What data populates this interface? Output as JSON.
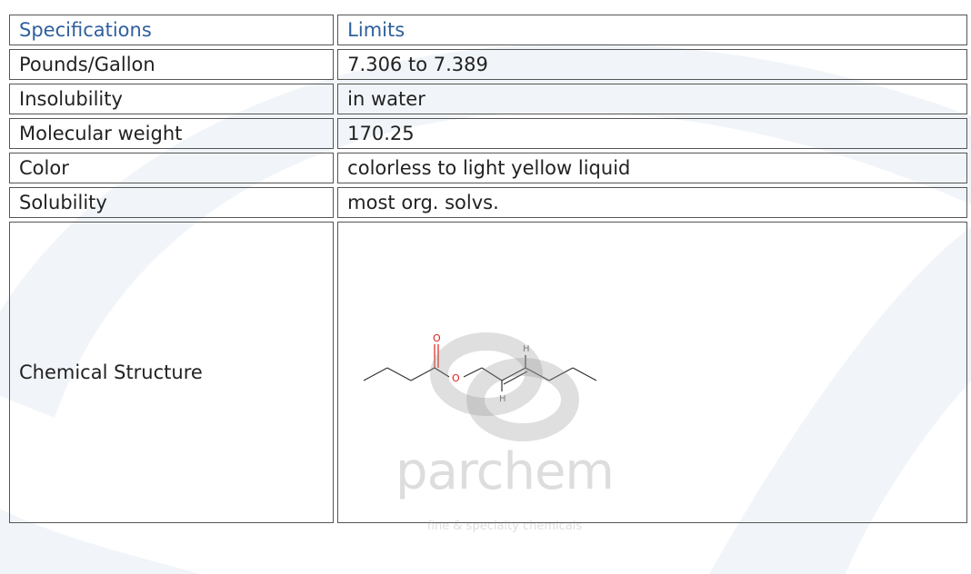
{
  "table": {
    "header": {
      "spec": "Specifications",
      "limit": "Limits"
    },
    "rows": [
      {
        "spec": "Pounds/Gallon",
        "limit": "7.306 to 7.389"
      },
      {
        "spec": "Insolubility",
        "limit": "in water"
      },
      {
        "spec": "Molecular weight",
        "limit": "170.25"
      },
      {
        "spec": "Color",
        "limit": "colorless to light yellow liquid"
      },
      {
        "spec": "Solubility",
        "limit": "most org. solvs."
      }
    ],
    "structure_label": "Chemical Structure"
  },
  "structure": {
    "atom_o_carbonyl": "O",
    "atom_o_ester": "O",
    "atom_h_top": "H",
    "atom_h_bottom": "H"
  },
  "watermark": {
    "brand": "parchem",
    "tagline": "fine & specialty chemicals"
  },
  "colors": {
    "header_text": "#2f5f9e",
    "oxygen": "#e0201b",
    "swoosh": "#eef3f8"
  }
}
